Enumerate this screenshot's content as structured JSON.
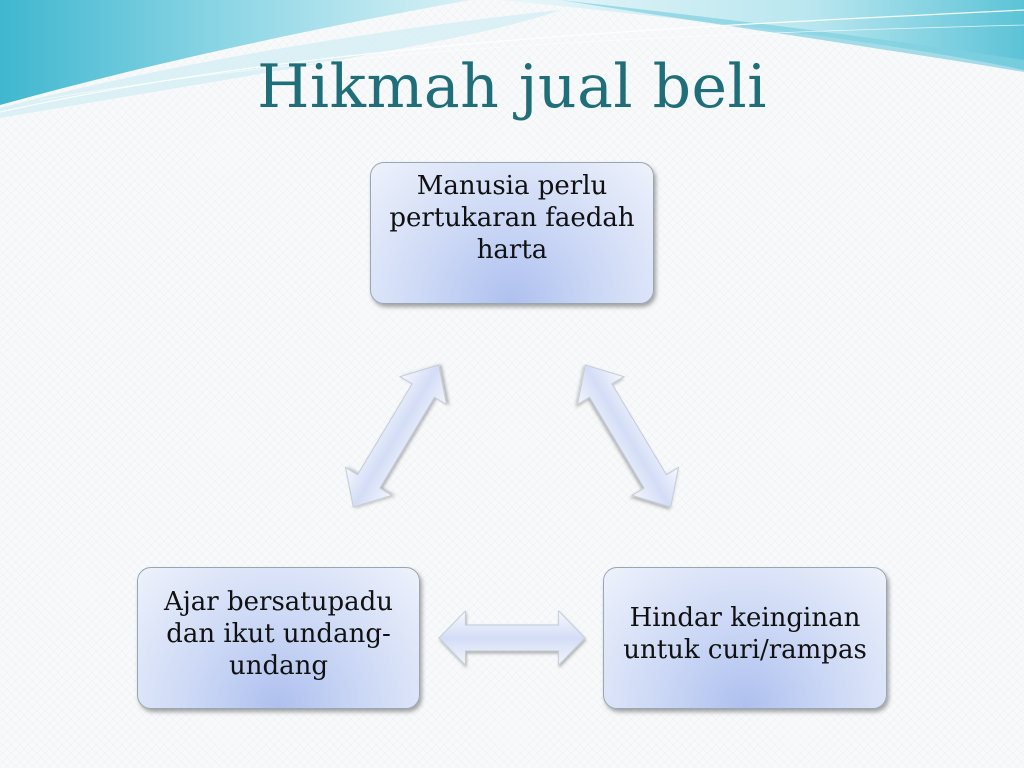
{
  "slide": {
    "title": "Hikmah jual beli"
  },
  "diagram": {
    "nodes": [
      {
        "id": "top",
        "text": "Manusia perlu pertukaran faedah harta"
      },
      {
        "id": "left",
        "text": "Ajar bersatupadu dan ikut undang-undang"
      },
      {
        "id": "right",
        "text": "Hindar keinginan untuk curi/rampas"
      }
    ],
    "connections": [
      {
        "from": "top",
        "to": "left",
        "type": "bidirectional"
      },
      {
        "from": "top",
        "to": "right",
        "type": "bidirectional"
      },
      {
        "from": "left",
        "to": "right",
        "type": "bidirectional"
      }
    ]
  },
  "colors": {
    "title": "#1f6e79",
    "swoosh_dark": "#3fb7cf",
    "swoosh_light": "#a9e2ee",
    "box_fill": "#c9d6f5",
    "box_border": "#9aa6b4"
  }
}
